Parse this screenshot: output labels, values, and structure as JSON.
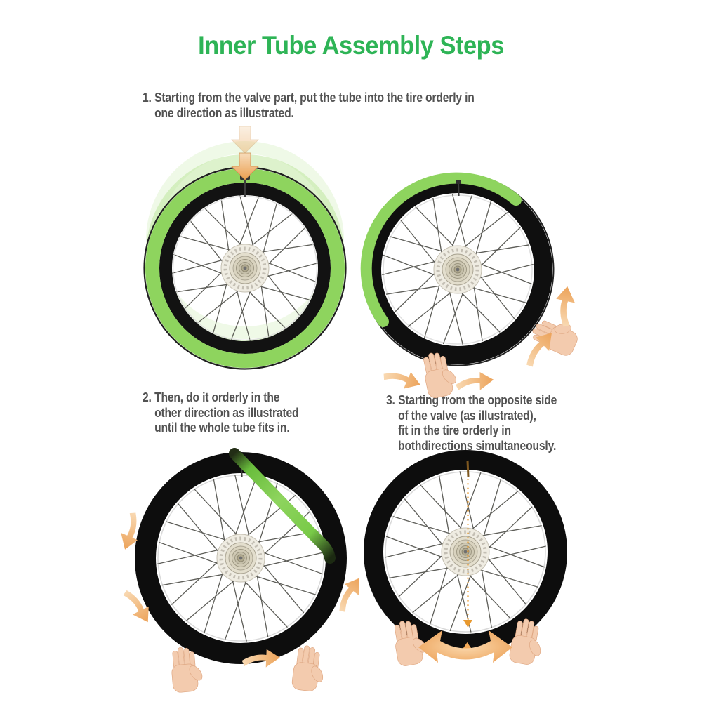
{
  "title": "Inner Tube Assembly Steps",
  "steps": [
    {
      "number": "1.",
      "lines": [
        "Starting from the valve part, put the tube into the tire orderly in",
        "one direction as illustrated."
      ]
    },
    {
      "number": "2.",
      "lines": [
        "Then, do it orderly in the",
        "other direction as illustrated",
        "until the whole tube fits in."
      ]
    },
    {
      "number": "3.",
      "lines": [
        "Starting from the opposite side",
        "of the valve (as illustrated),",
        "fit in the tire orderly in",
        "bothdirections simultaneously."
      ]
    }
  ],
  "colors": {
    "background": "#ffffff",
    "title_green": "#2eb456",
    "step_text_gray": "#525252",
    "tube_green": "#8ed45e",
    "tire_black": "#101010",
    "arrow_orange_light": "#f8d8b0",
    "arrow_orange_dark": "#eda156",
    "guide_dash_orange": "#e8992f",
    "hand_skin": "#f3cbae"
  },
  "figures": [
    {
      "name": "wheel-insert-at-valve",
      "icons": [
        "down-arrow-icon",
        "ghost-down-arrow-icon",
        "ghost-tube-rings",
        "valve-icon"
      ]
    },
    {
      "name": "wheel-one-direction",
      "icons": [
        "curved-arrow-icon",
        "hand-icon",
        "valve-icon"
      ]
    },
    {
      "name": "wheel-other-direction",
      "icons": [
        "curved-arrow-icon",
        "hand-icon",
        "tube-loop-out",
        "valve-icon"
      ]
    },
    {
      "name": "wheel-both-directions",
      "icons": [
        "dashed-guide-line-icon",
        "double-curved-arrow-icon",
        "hand-icon",
        "valve-icon"
      ]
    }
  ]
}
